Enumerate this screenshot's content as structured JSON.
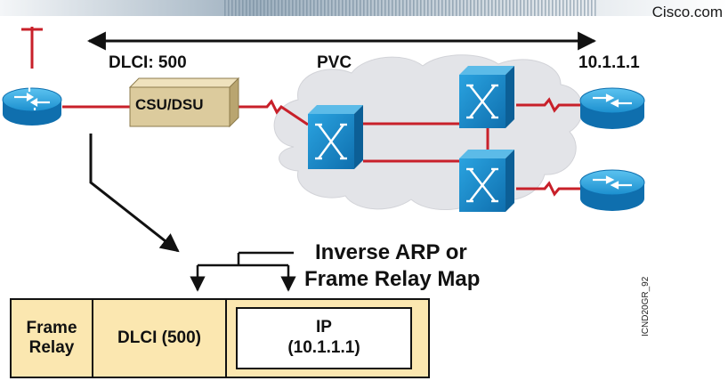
{
  "brand": "Cisco.com",
  "labels": {
    "dlci": "DLCI: 500",
    "pvc": "PVC",
    "ip_address": "10.1.1.1",
    "csu_dsu": "CSU/DSU",
    "mapping_line1": "Inverse ARP or",
    "mapping_line2": "Frame Relay Map"
  },
  "frame": {
    "field1_line1": "Frame",
    "field1_line2": "Relay",
    "field2": "DLCI (500)",
    "field3_line1": "IP",
    "field3_line2": "(10.1.1.1)"
  },
  "watermark": "ICND20GR_92",
  "colors": {
    "link": "#c8202a",
    "router": "#1e9ad6",
    "switch": "#1a8fd0",
    "csu": "#d9c79a",
    "cloud": "#e2e3e7",
    "frame_fill": "#fbe7b0",
    "header_bar": "#8aa0b2"
  }
}
